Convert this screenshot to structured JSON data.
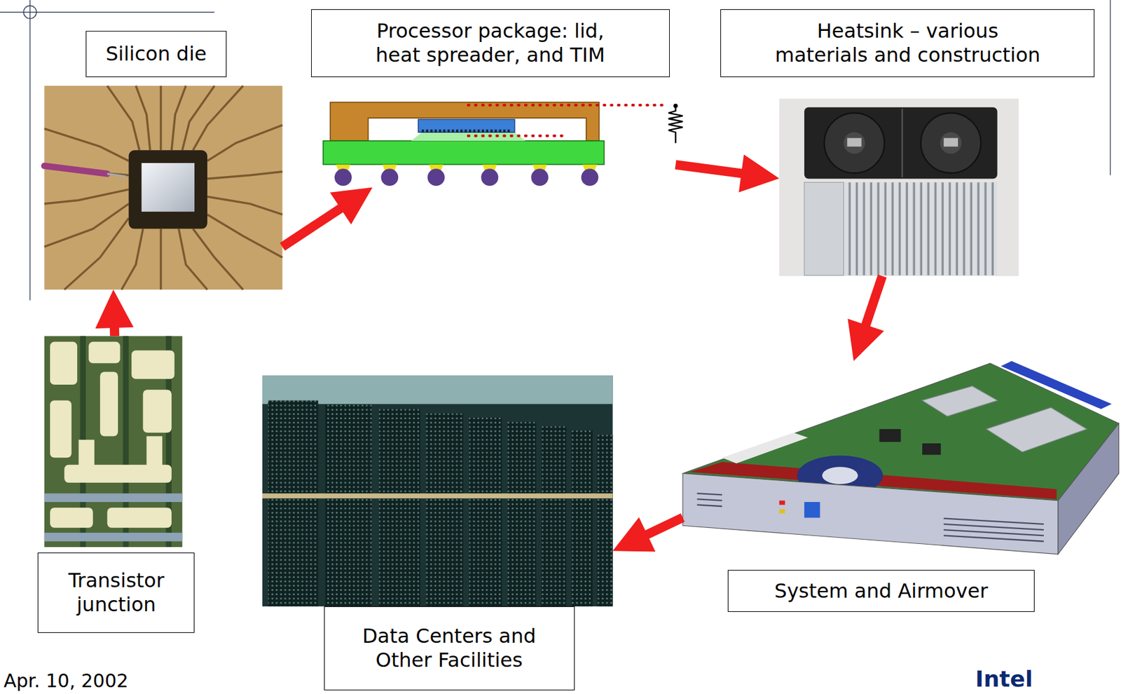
{
  "diagram": {
    "nodes": [
      {
        "text": [
          "Silicon die"
        ]
      },
      {
        "text": [
          "Processor package: lid, heat spreader, and TIM"
        ]
      },
      {
        "text": [
          "Heatsink – various materials and construction"
        ]
      },
      {
        "text": [
          "Transistor junction"
        ]
      },
      {
        "text": [
          "Data Centers and Other Facilities"
        ]
      },
      {
        "text": [
          "System and Airmover"
        ]
      }
    ],
    "edges": [
      {
        "from": 3,
        "to": 0,
        "arrow": "to"
      },
      {
        "from": 0,
        "to": 1,
        "arrow": "to"
      },
      {
        "from": 1,
        "to": 2,
        "arrow": "to"
      },
      {
        "from": 2,
        "to": 5,
        "arrow": "to"
      },
      {
        "from": 5,
        "to": 4,
        "arrow": "to"
      }
    ],
    "labels": [
      "Apr. 10, 2002",
      "Intel"
    ]
  }
}
